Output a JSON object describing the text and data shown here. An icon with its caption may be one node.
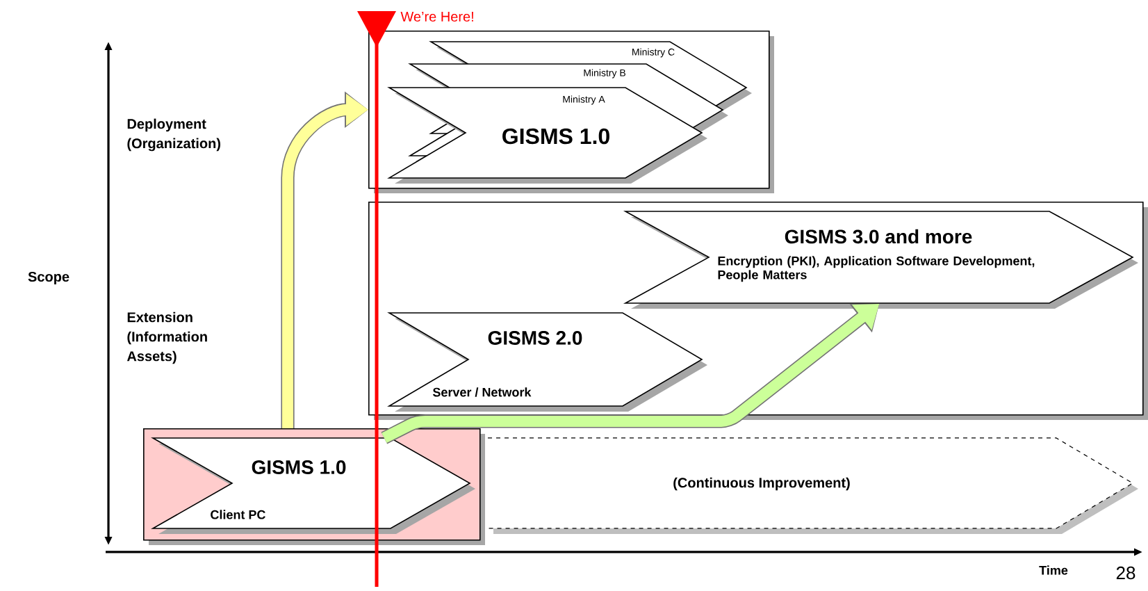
{
  "diagram": {
    "nodes": [
      {
        "text": [],
        "shape": "box"
      },
      {
        "text": [
          "Ministry C"
        ],
        "in": 0
      },
      {
        "text": [
          "Ministry B"
        ],
        "in": 0
      },
      {
        "text": [
          "Ministry A",
          "GISMS 1.0"
        ],
        "in": 0
      },
      {
        "text": [],
        "shape": "box"
      },
      {
        "text": [
          "GISMS 3.0 and more",
          "Encryption (PKI), Application Software Development, People Matters"
        ],
        "in": 4
      },
      {
        "text": [
          "GISMS 2.0",
          "Server / Network"
        ],
        "in": 4
      },
      {
        "text": [],
        "shape": "box"
      },
      {
        "text": [
          "GISMS 1.0",
          "Client PC"
        ],
        "in": 7
      },
      {
        "text": [
          "(Continuous Improvement)"
        ]
      }
    ],
    "edges": [
      {
        "from": 7,
        "to": 0,
        "arrow": "to",
        "color": "#ffff99"
      },
      {
        "from": 8,
        "to": 5,
        "arrow": "to",
        "color": "#ccff99"
      }
    ],
    "labels": [
      "Scope",
      "Deployment (Organization)",
      "Extension (Information Assets)",
      "We’re Here!",
      "Time",
      "28"
    ]
  }
}
